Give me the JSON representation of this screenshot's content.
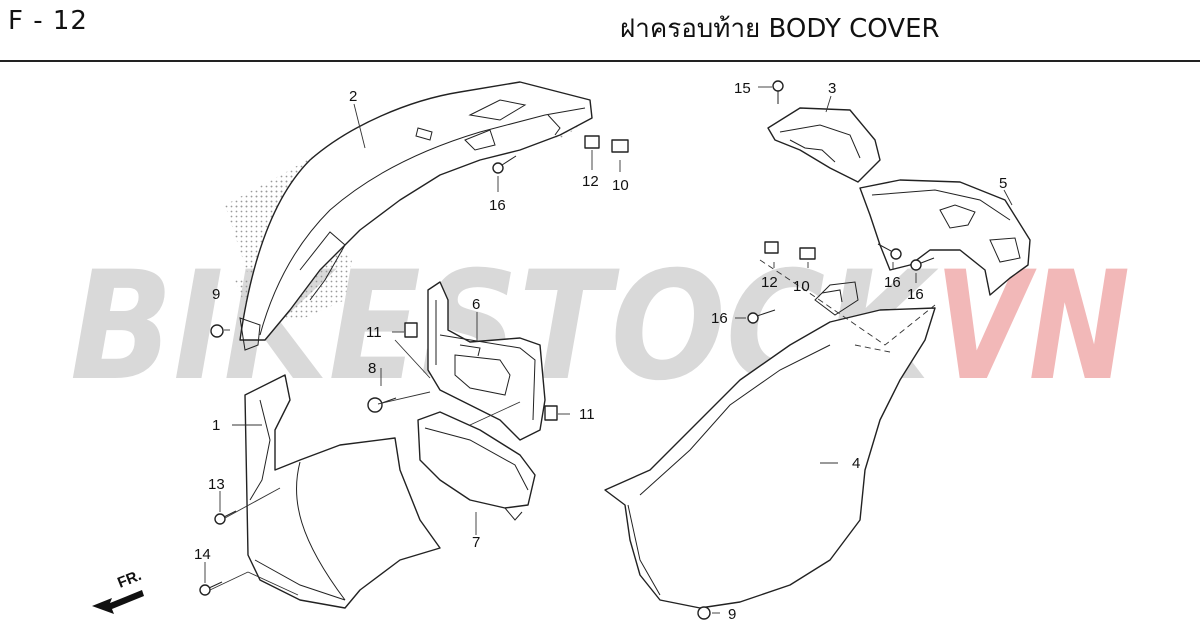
{
  "header": {
    "page_code": "F - 12",
    "title": "ฝาครอบท้าย  BODY COVER"
  },
  "watermark": {
    "text_main": "BIKESTOCK",
    "text_accent": "VN",
    "color_main": "#d9d9d9",
    "color_accent": "#f2b8b8"
  },
  "direction_marker": {
    "label": "FR."
  },
  "callouts": {
    "c1": "1",
    "c2": "2",
    "c3": "3",
    "c4": "4",
    "c5": "5",
    "c6": "6",
    "c7": "7",
    "c8": "8",
    "c9a": "9",
    "c9b": "9",
    "c10a": "10",
    "c10b": "10",
    "c11a": "11",
    "c11b": "11",
    "c12a": "12",
    "c12b": "12",
    "c13": "13",
    "c14": "14",
    "c15": "15",
    "c16a": "16",
    "c16b": "16",
    "c16c": "16",
    "c16d": "16"
  }
}
